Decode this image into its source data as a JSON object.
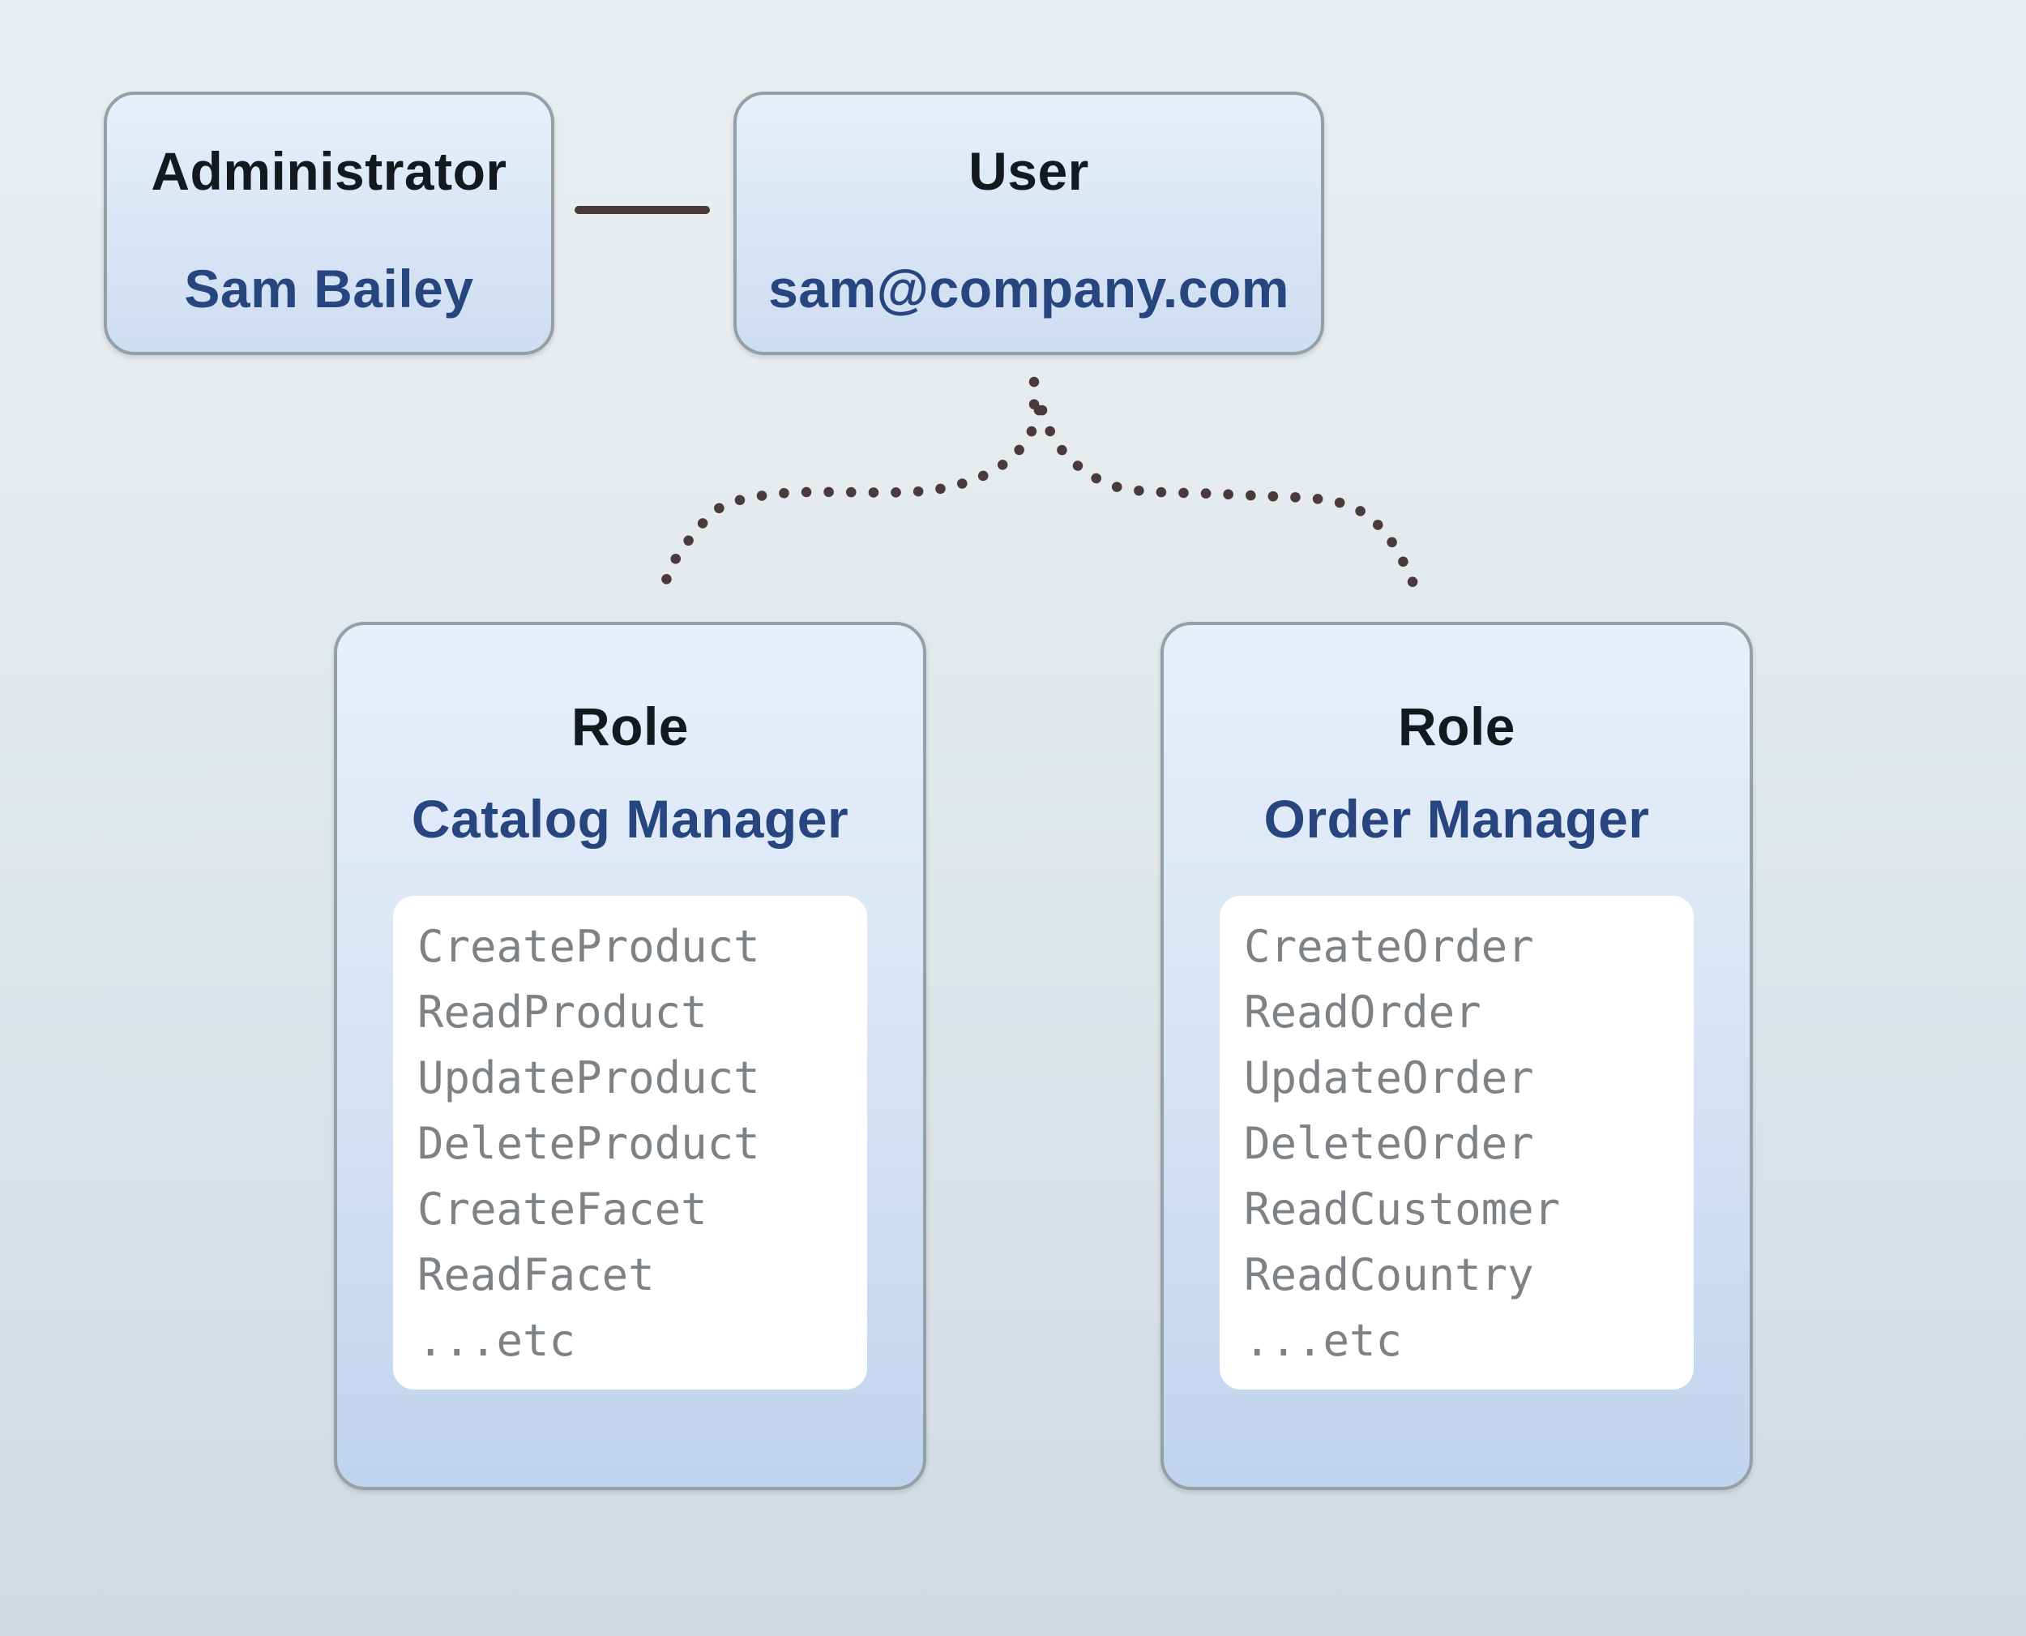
{
  "diagram": {
    "admin_box": {
      "title": "Administrator",
      "name": "Sam Bailey"
    },
    "user_box": {
      "title": "User",
      "email": "sam@company.com"
    },
    "roles": [
      {
        "title": "Role",
        "name": "Catalog Manager",
        "permissions": [
          "CreateProduct",
          "ReadProduct",
          "UpdateProduct",
          "DeleteProduct",
          "CreateFacet",
          "ReadFacet",
          "...etc"
        ]
      },
      {
        "title": "Role",
        "name": "Order Manager",
        "permissions": [
          "CreateOrder",
          "ReadOrder",
          "UpdateOrder",
          "DeleteOrder",
          "ReadCustomer",
          "ReadCountry",
          "...etc"
        ]
      }
    ],
    "colors": {
      "background_top": "#eaeef1",
      "background_bottom": "#d0dae1",
      "box_border": "#95a0a6",
      "box_fill_top": "#e7effa",
      "top_box_fill_bottom": "#cdddf1",
      "role_box_fill_bottom": "#c0d4ed",
      "panel_fill": "#ffffff",
      "title_text": "#14181f",
      "accent_navy": "#27457f",
      "permission_text": "#7d8287",
      "connector": "#4a3a3c"
    }
  }
}
